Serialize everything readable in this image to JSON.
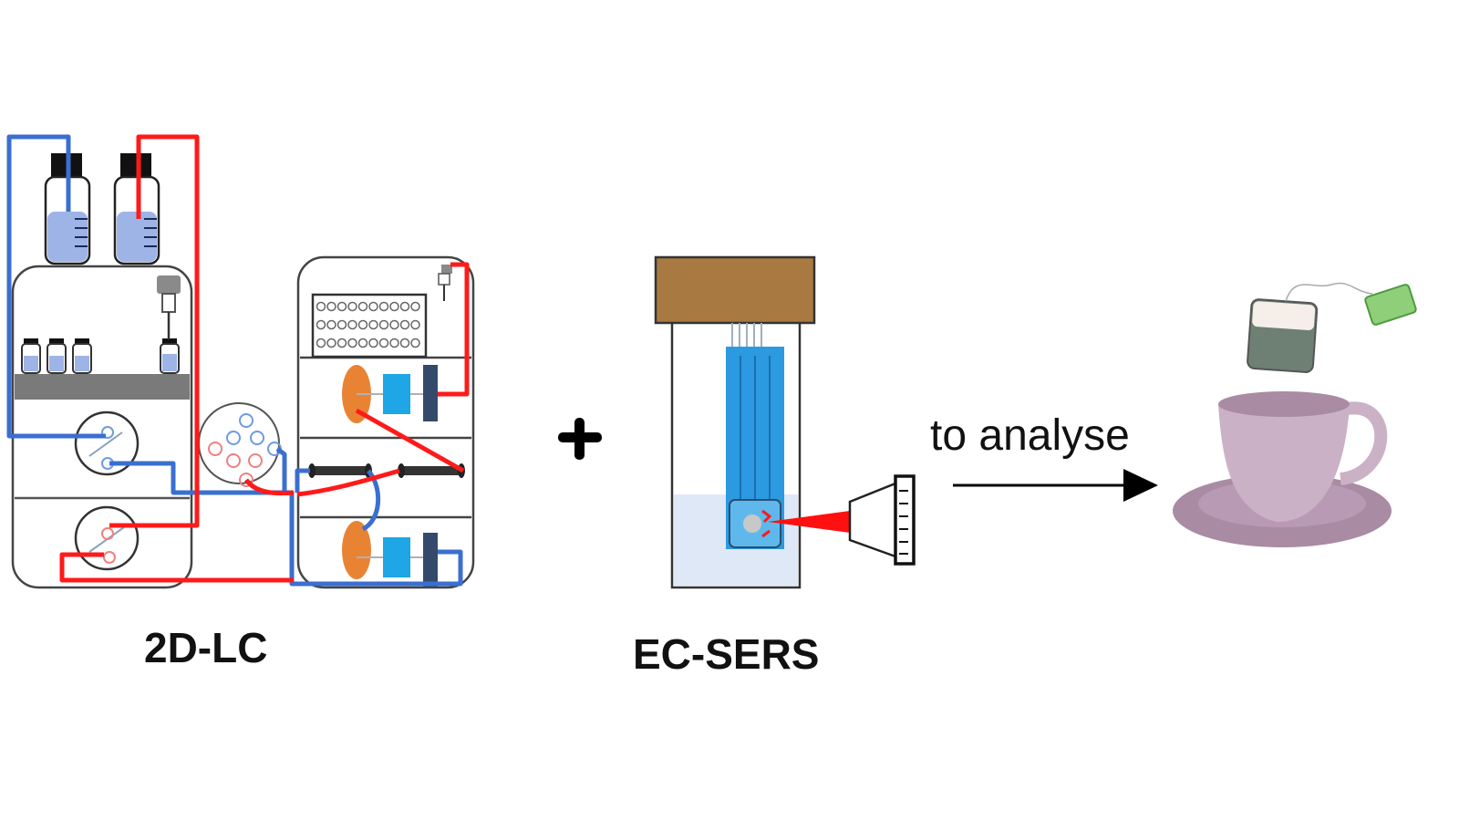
{
  "figure": {
    "labels": {
      "lc": "2D-LC",
      "sers": "EC-SERS",
      "arrow_caption": "to analyse"
    },
    "operator_symbol": "+",
    "components": {
      "lc_system": "2D-LC instrument schematic",
      "sers_cell": "EC-SERS electrochemical cell",
      "sample": "tea cup with tea bag"
    },
    "colors": {
      "first_dimension_line": "#3a6fd0",
      "second_dimension_line": "#ff1a1a",
      "solvent": "#9fb4e6",
      "detector_body": "#354a6b",
      "oven_column": "#1ea6e6",
      "pump_head": "#e98334",
      "cell_cap": "#a87940",
      "electrode": "#2b9ae0",
      "laser": "#ff0000",
      "cup": "#cbb1c6",
      "saucer": "#a98ba4",
      "teabag": "#6e7f74",
      "tag": "#8fcf7a"
    }
  }
}
